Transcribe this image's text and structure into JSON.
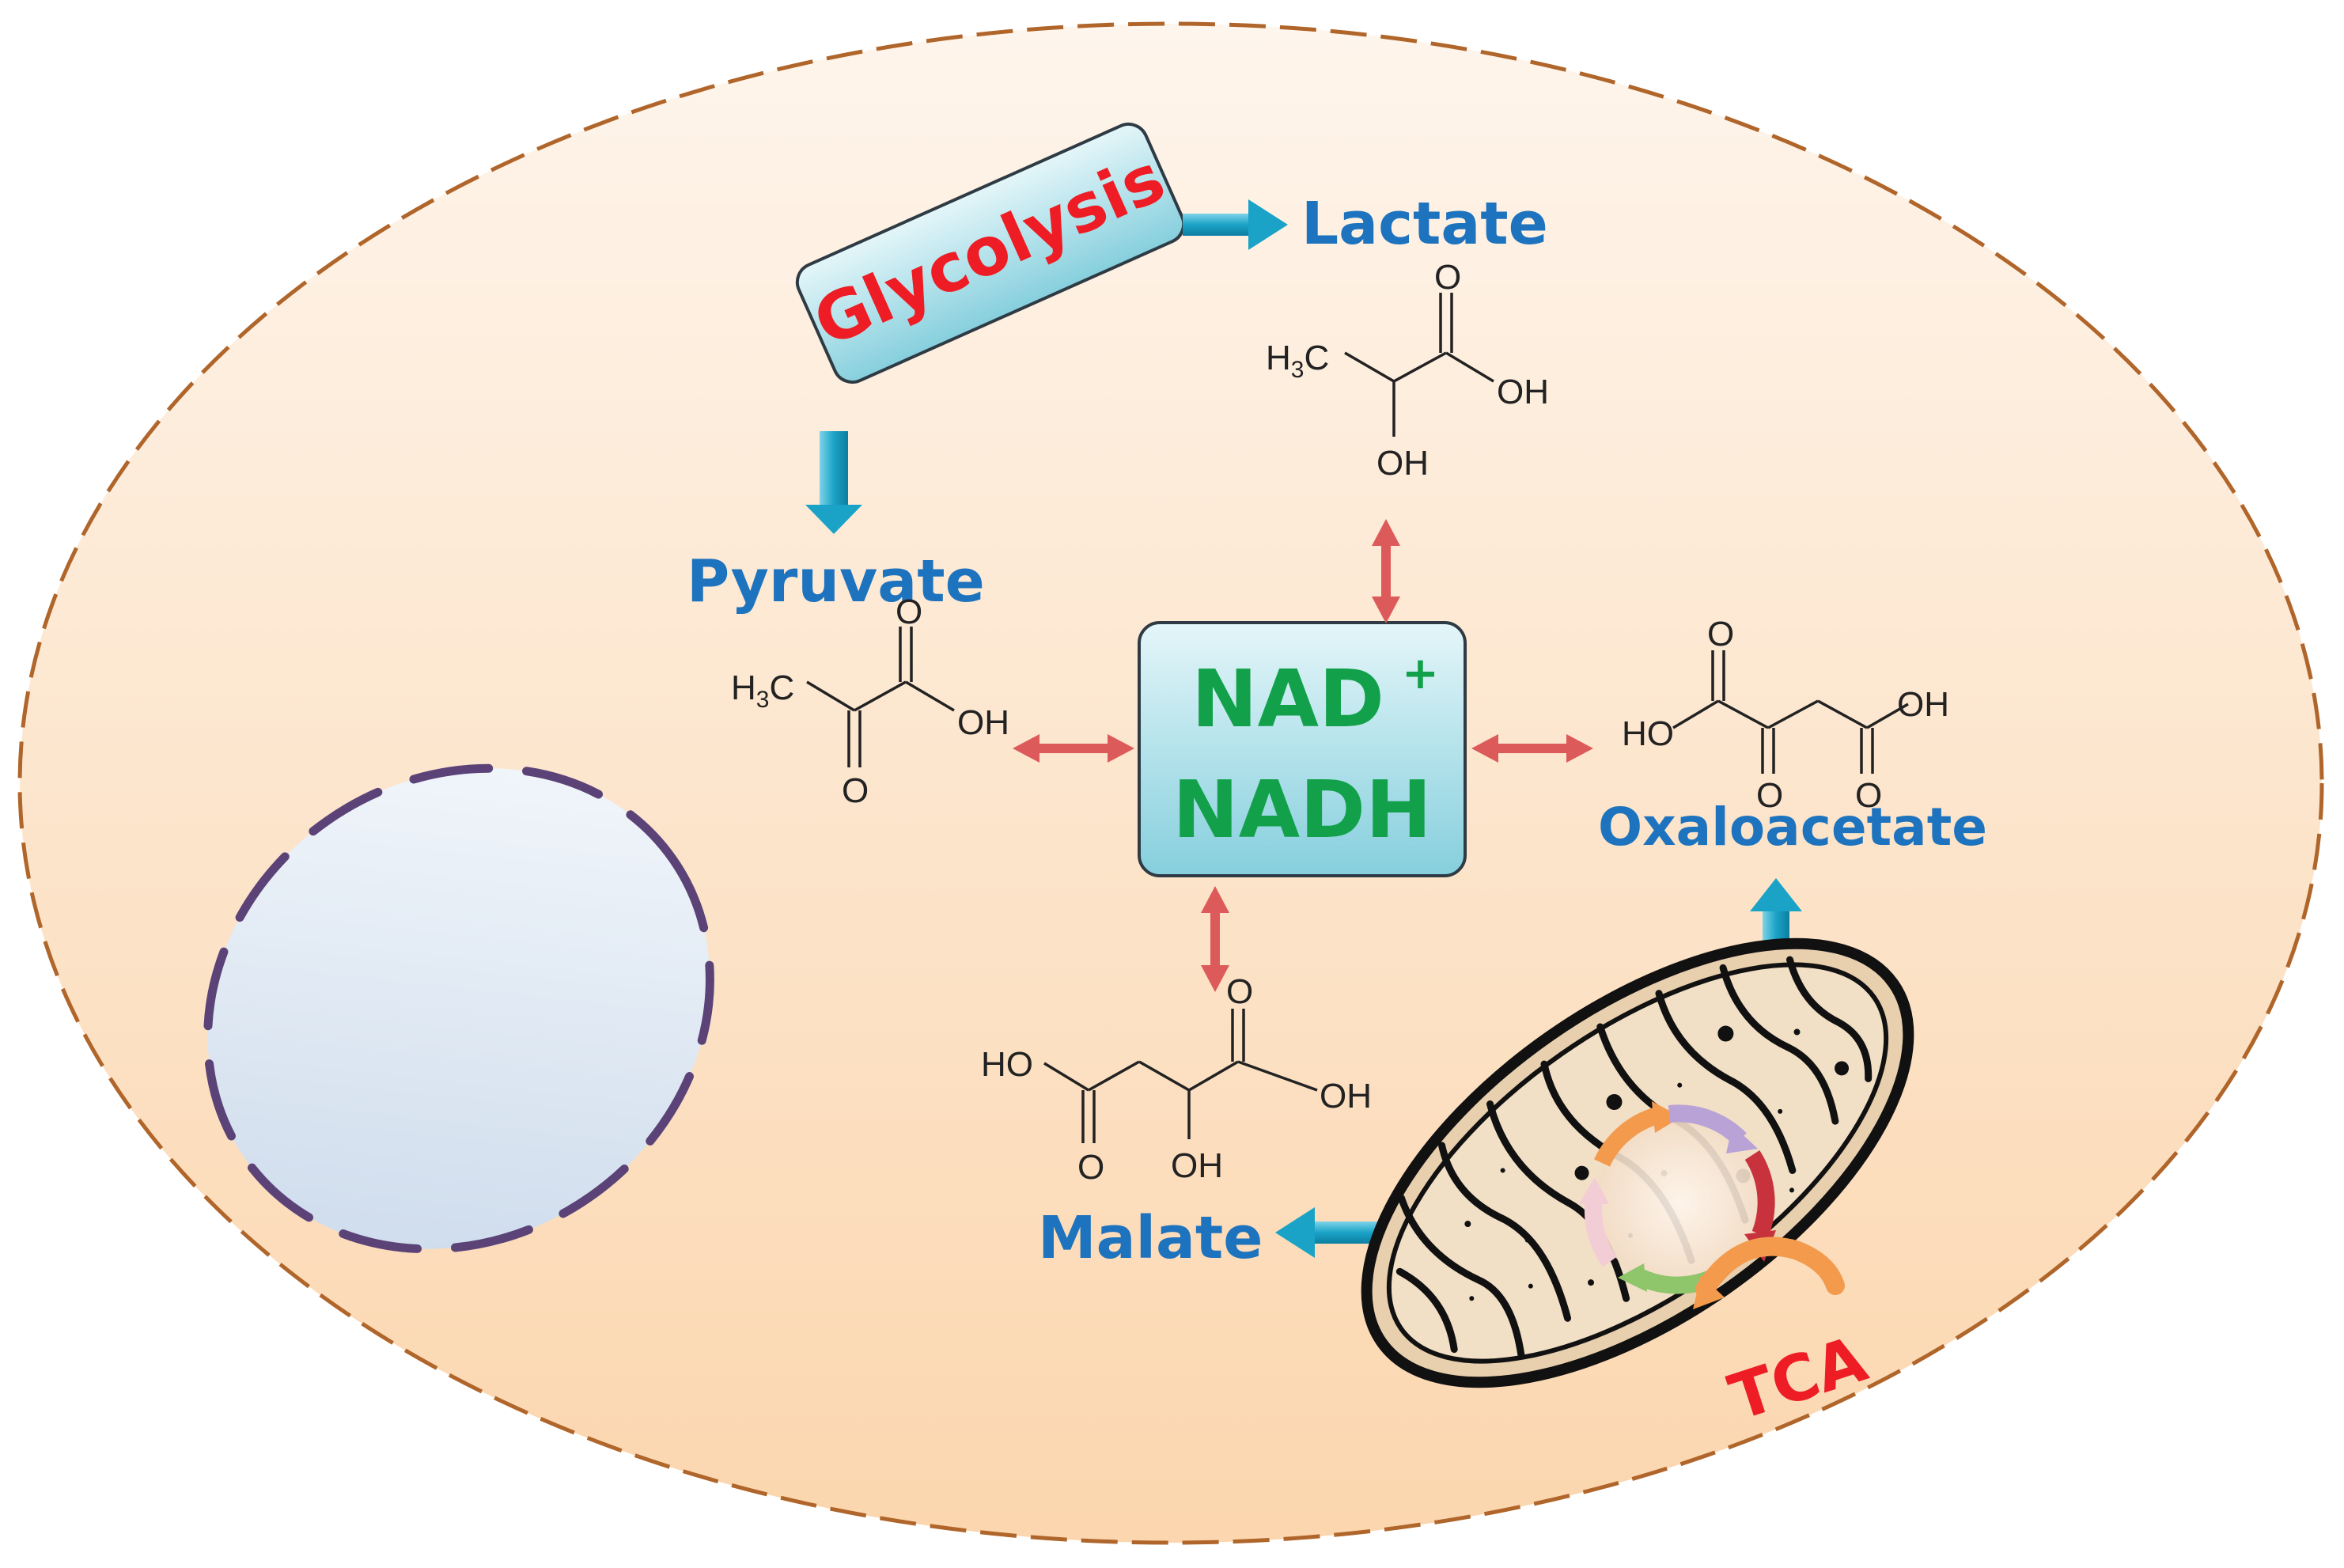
{
  "process": {
    "glycolysis": "Glycolysis",
    "tca": "TCA",
    "cofactor_top": "NAD",
    "cofactor_sup": "+",
    "cofactor_bottom": "NADH"
  },
  "metabolites": {
    "lactate": "Lactate",
    "pyruvate": "Pyruvate",
    "oxaloacetate": "Oxaloacetate",
    "malate": "Malate"
  },
  "atoms": {
    "methyl": "H",
    "methyl_c": "C",
    "methyl_sub": "3",
    "oxygen": "O",
    "hydroxyl": "OH",
    "hydroxyl_left": "HO"
  },
  "colors": {
    "cell_fill_top": "#fef4ea",
    "cell_fill_bottom": "#fbd9b4",
    "cell_border": "#b0652a",
    "nucleus_fill": "#dde6f2",
    "nucleus_border": "#5b4378",
    "box_fill": "#a8dfe8",
    "box_border": "#2f3b44",
    "glycolysis_text": "#ee1c24",
    "cofactor_text": "#12a14a",
    "metabolite_text": "#1e73be",
    "tca_text": "#ee1c24",
    "flow_arrow": "#1aa3c7",
    "exchange_arrow": "#dd5a5a"
  }
}
